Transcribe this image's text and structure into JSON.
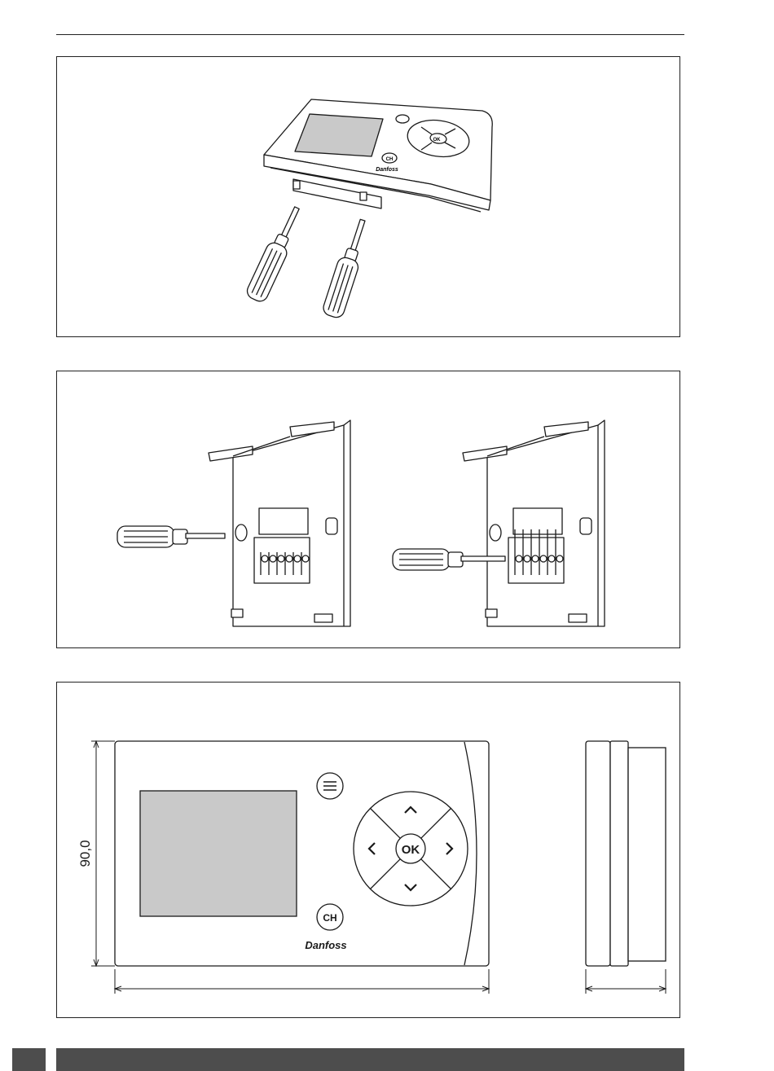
{
  "device": {
    "ok_label": "OK",
    "ch_label": "CH",
    "brand_logo": "Danfoss",
    "icons": [
      "menu-icon",
      "chevron-up-icon",
      "chevron-down-icon",
      "chevron-left-icon",
      "chevron-right-icon"
    ]
  },
  "dimensions": {
    "height_label": "90,0"
  },
  "colors": {
    "line": "#1a1a1a",
    "screen_fill": "#c9c9c9",
    "footer_bar": "#4d4d4d"
  }
}
